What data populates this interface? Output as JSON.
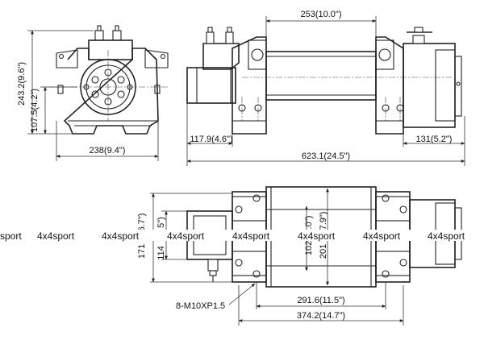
{
  "dimensions": {
    "height_overall": "243.2(9.6\")",
    "height_axis": "107.5(4.2\")",
    "width_front": "238(9.4\")",
    "drum_span": "253(10.0\")",
    "motor_side": "117.9(4.6\")",
    "length_overall": "623.1(24.5\")",
    "gear_side": "131(5.2\")",
    "plan_left_a": "171",
    "plan_left_b": "6.7\")",
    "plan_left_c": "5\")",
    "plan_left_d": "114",
    "plan_mid_a": "102",
    "plan_mid_b": ".0\")",
    "plan_mid_c": "201",
    "plan_mid_d": "7.9\")",
    "bolt_spacing": "291.6(11.5\")",
    "base_length": "374.2(14.7\")",
    "bolt_spec": "8-M10XP1.5"
  },
  "watermarks": [
    "sport",
    "4x4sport",
    "4x4sport",
    "4x4sport",
    "4x4sport",
    "4x4sport",
    "4x4sport",
    "4x4sport"
  ]
}
